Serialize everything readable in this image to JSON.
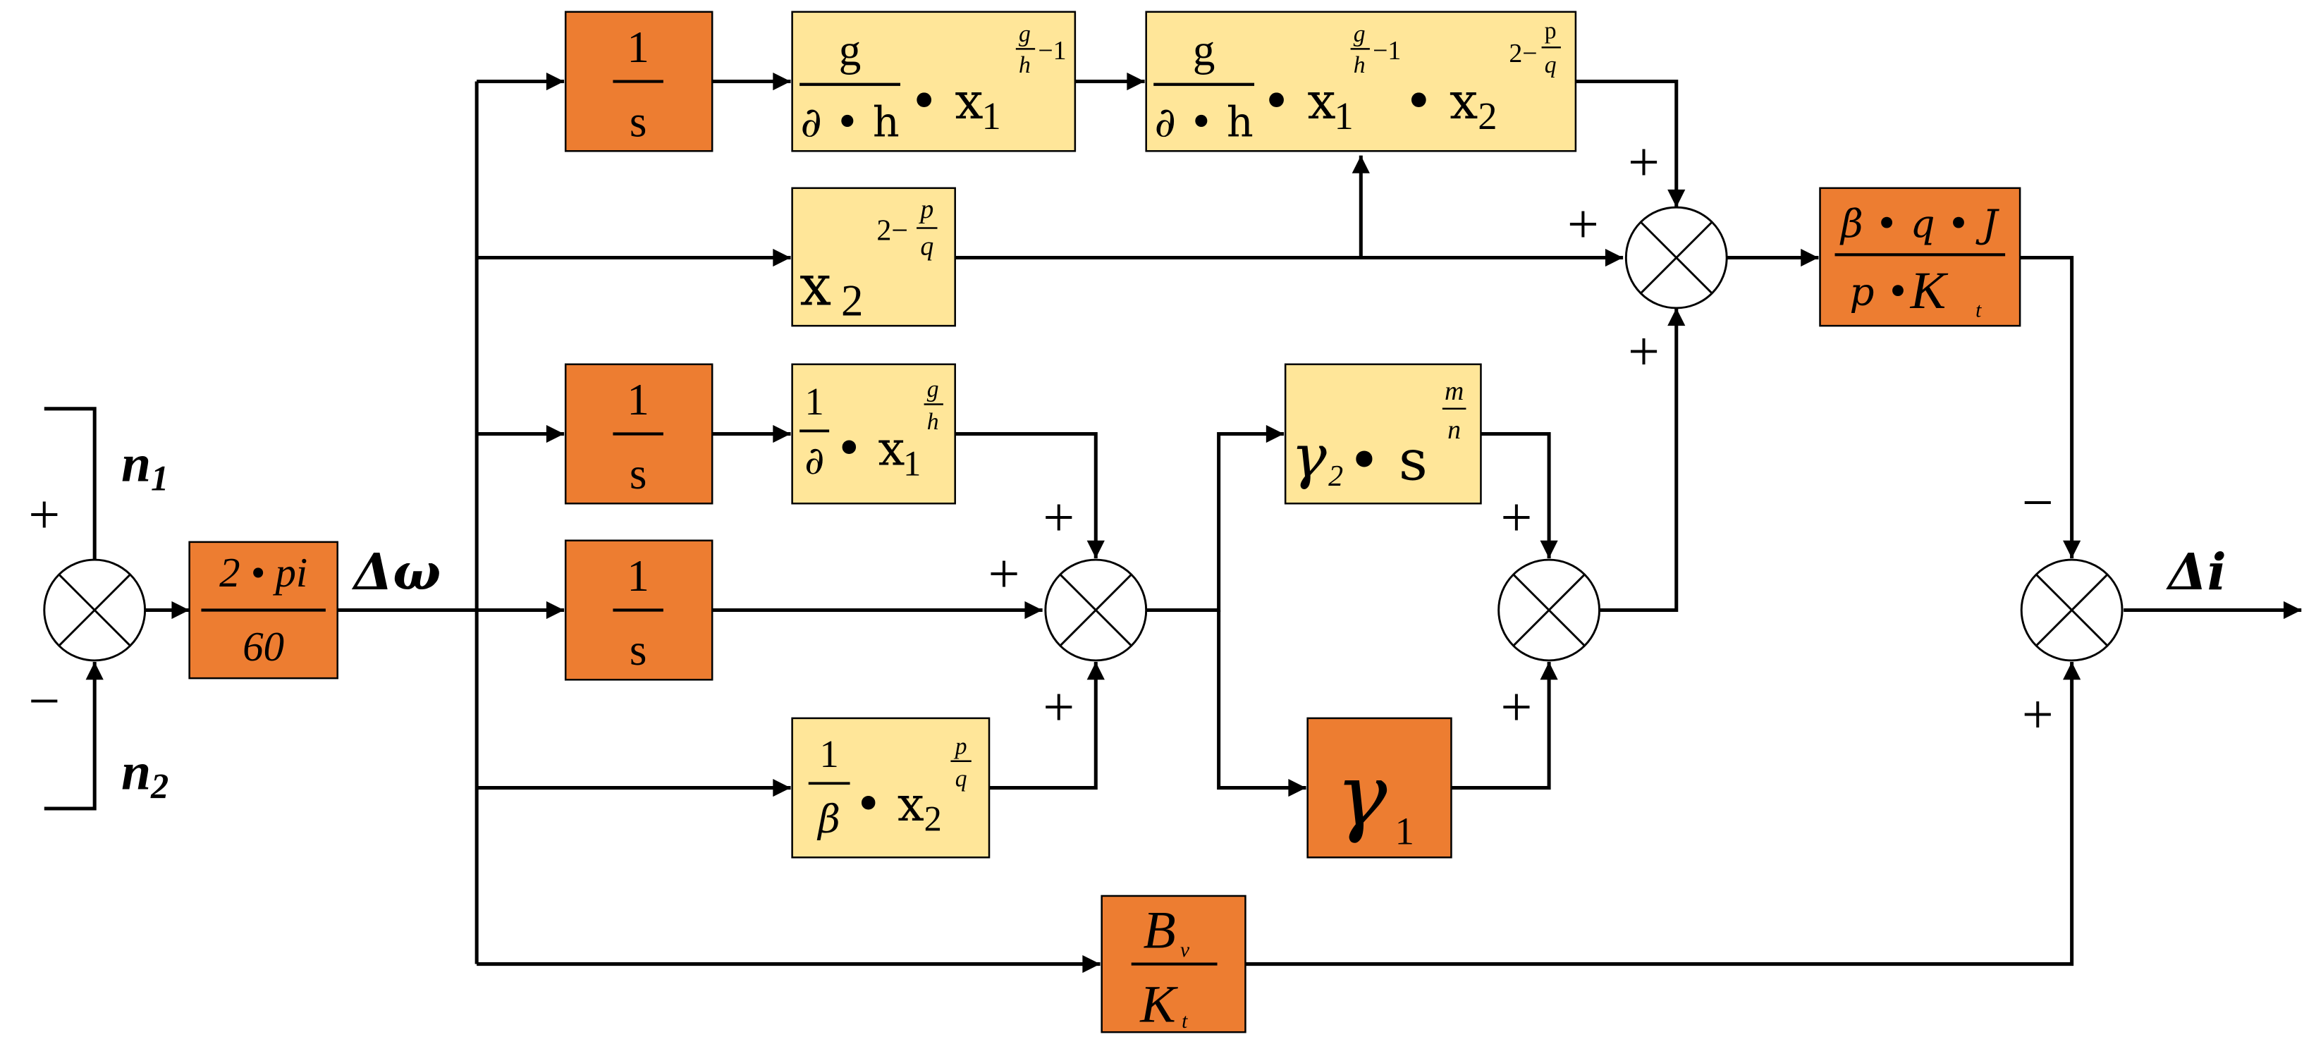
{
  "colors": {
    "orange_block": "#ED7D31",
    "yellow_block": "#FFE699",
    "line": "#000000",
    "summer_fill": "#FFFFFF"
  },
  "inputs": {
    "n1": "n",
    "n1_sub": "1",
    "n2": "n",
    "n2_sub": "2"
  },
  "outputs": {
    "delta_omega": "Δω",
    "delta_i": "Δi"
  },
  "signs": {
    "plus": "+",
    "minus": "−"
  },
  "blocks": {
    "gain_rpm": {
      "num": "2 • pi",
      "den": "60"
    },
    "integrator": {
      "num": "1",
      "den": "s"
    },
    "f_top1": {
      "num": "g",
      "den": "∂ • h",
      "body": "• x",
      "sub": "1",
      "exp": "g",
      "exp_den": "h",
      "exp_tail": "−1"
    },
    "f_top2": {
      "num": "g",
      "den": "∂ • h",
      "body1": "• x",
      "sub1": "1",
      "exp1": "g",
      "exp1_den": "h",
      "exp1_tail": "−1",
      "body2": "• x",
      "sub2": "2",
      "exp2_head": "2−",
      "exp2": "p",
      "exp2_den": "q"
    },
    "x2_pow": {
      "body": "x",
      "sub": "2",
      "exp_head": "2−",
      "exp": "p",
      "exp_den": "q"
    },
    "f_mid": {
      "num": "1",
      "den": "∂",
      "body": "• x",
      "sub": "1",
      "exp": "g",
      "exp_den": "h"
    },
    "f_low": {
      "num": "1",
      "den": "β",
      "body": "• x",
      "sub": "2",
      "exp": "p",
      "exp_den": "q"
    },
    "gamma2": {
      "sym": "γ",
      "sub": "2",
      "body": "• s",
      "exp": "m",
      "exp_den": "n"
    },
    "gamma1": {
      "sym": "γ",
      "sub": "1"
    },
    "current_gain": {
      "num": "β • q • J",
      "den_p": "p •",
      "den_k": "K",
      "den_sub": "t"
    },
    "friction": {
      "num": "B",
      "num_sub": "v",
      "den": "K",
      "den_sub": "t"
    }
  }
}
